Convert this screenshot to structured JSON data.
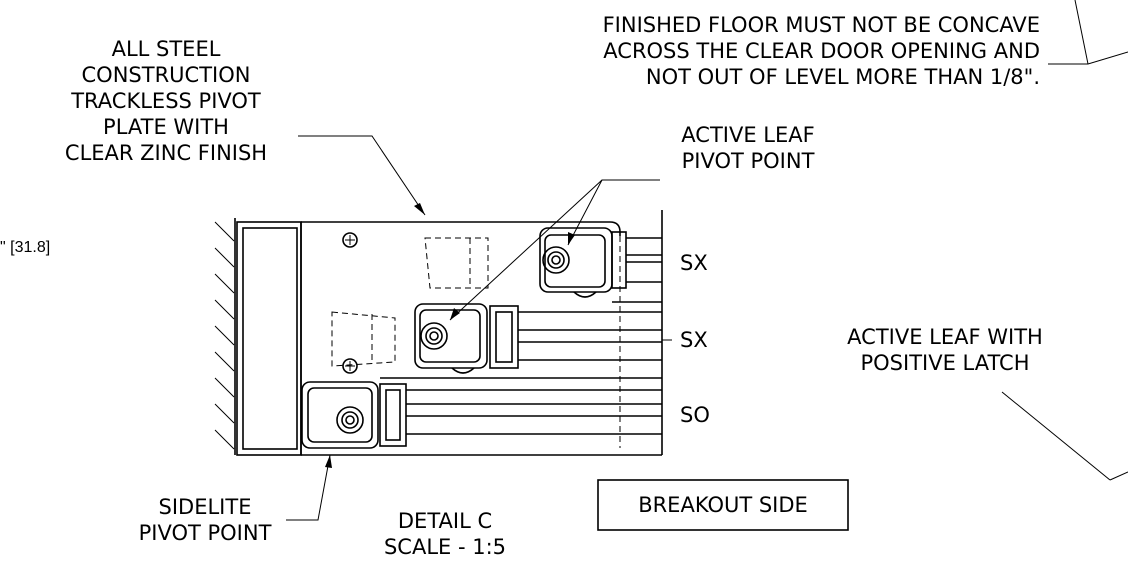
{
  "detail": {
    "title": "DETAIL C",
    "scale": "SCALE - 1:5"
  },
  "dimension": {
    "partial": "\" [31.8]"
  },
  "notes": {
    "floor": [
      "FINISHED FLOOR MUST NOT BE CONCAVE",
      "ACROSS THE CLEAR DOOR OPENING AND",
      "NOT OUT OF LEVEL MORE THAN 1/8\"."
    ],
    "pivot_plate": [
      "ALL STEEL",
      "CONSTRUCTION",
      "TRACKLESS PIVOT",
      "PLATE WITH",
      "CLEAR ZINC FINISH"
    ],
    "active_pivot": [
      "ACTIVE LEAF",
      "PIVOT POINT"
    ],
    "active_latch": [
      "ACTIVE LEAF WITH",
      "POSITIVE LATCH"
    ],
    "sidelite_pivot": [
      "SIDELITE",
      "PIVOT POINT"
    ]
  },
  "panels": {
    "top": "SX",
    "middle": "SX",
    "bottom": "SO"
  },
  "breakout_label": "BREAKOUT SIDE"
}
